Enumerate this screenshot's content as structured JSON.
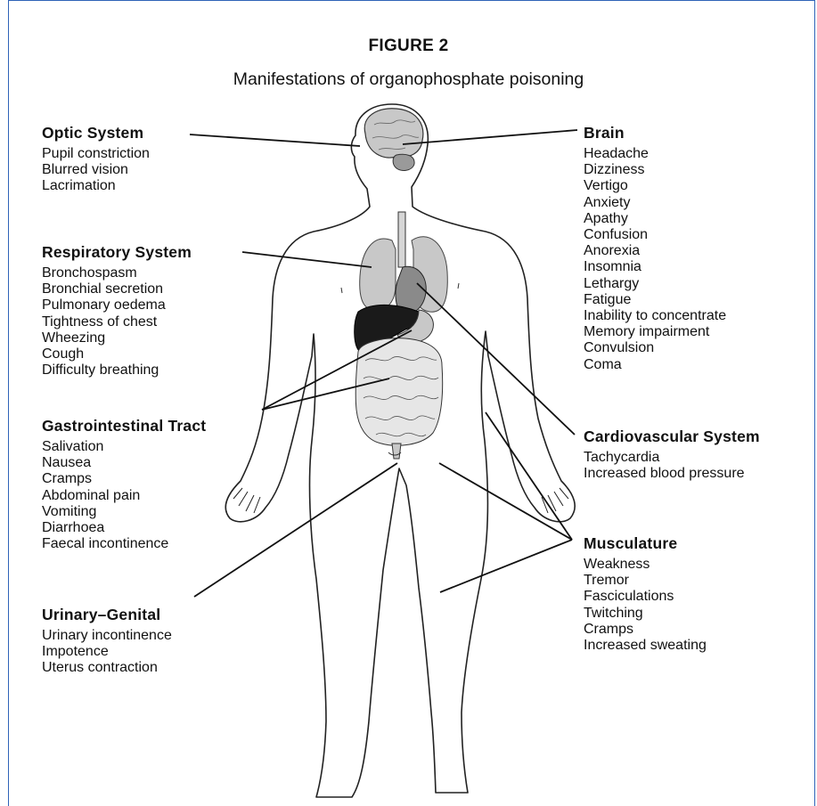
{
  "figure": {
    "number": "FIGURE 2",
    "subtitle": "Manifestations of organophosphate poisoning"
  },
  "groups": {
    "optic": {
      "title": "Optic System",
      "items": [
        "Pupil constriction",
        "Blurred vision",
        "Lacrimation"
      ]
    },
    "respiratory": {
      "title": "Respiratory System",
      "items": [
        "Bronchospasm",
        "Bronchial secretion",
        "Pulmonary oedema",
        "Tightness of chest",
        "Wheezing",
        "Cough",
        "Difficulty breathing"
      ]
    },
    "gastro": {
      "title": "Gastrointestinal Tract",
      "items": [
        "Salivation",
        "Nausea",
        "Cramps",
        "Abdominal pain",
        "Vomiting",
        "Diarrhoea",
        "Faecal incontinence"
      ]
    },
    "urinary": {
      "title": "Urinary–Genital",
      "items": [
        "Urinary incontinence",
        "Impotence",
        "Uterus contraction"
      ]
    },
    "brain": {
      "title": "Brain",
      "items": [
        "Headache",
        "Dizziness",
        "Vertigo",
        "Anxiety",
        "Apathy",
        "Confusion",
        "Anorexia",
        "Insomnia",
        "Lethargy",
        "Fatigue",
        "Inability to concentrate",
        "Memory impairment",
        "Convulsion",
        "Coma"
      ]
    },
    "cardio": {
      "title": "Cardiovascular System",
      "items": [
        "Tachycardia",
        "Increased blood pressure"
      ]
    },
    "musc": {
      "title": "Musculature",
      "items": [
        "Weakness",
        "Tremor",
        "Fasciculations",
        "Twitching",
        "Cramps",
        "Increased sweating"
      ]
    }
  },
  "colors": {
    "frame": "#2f63b7",
    "organ_light": "#c8c8c8",
    "organ_mid": "#9a9a9a",
    "liver": "#1a1a1a"
  }
}
